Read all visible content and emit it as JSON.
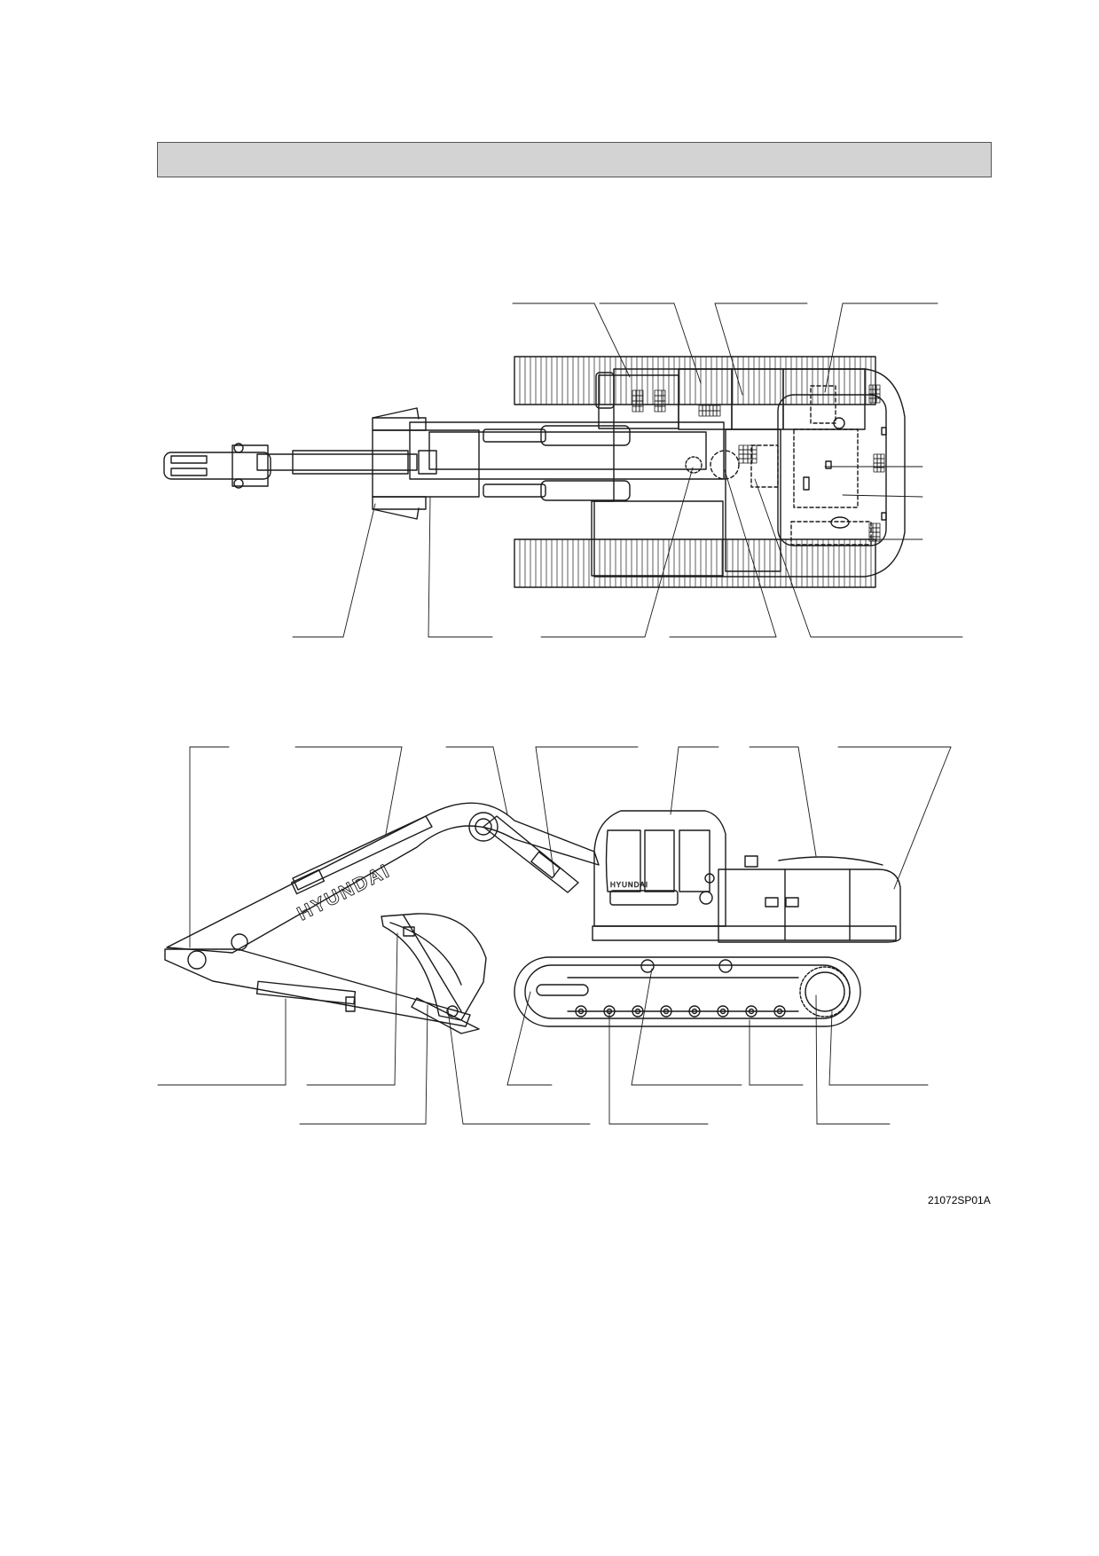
{
  "header": {
    "title": ""
  },
  "figure": {
    "code": "21072SP01A"
  },
  "machine": {
    "boom_brand": "HYUNDAI",
    "cab_brand": "HYUNDAI"
  },
  "colors": {
    "line": "#1a1a1a",
    "header_fill": "#d3d3d3"
  }
}
